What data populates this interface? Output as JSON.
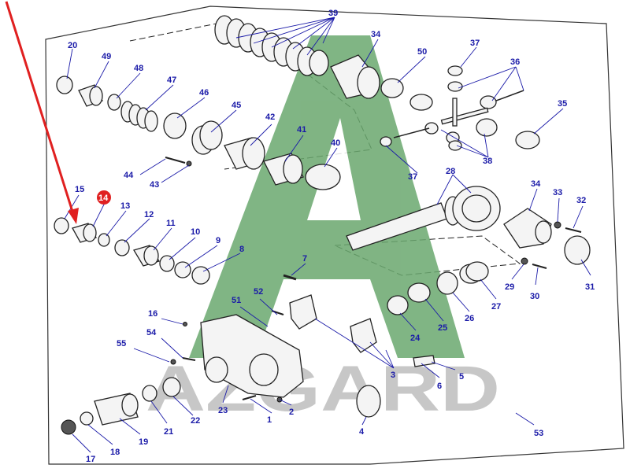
{
  "diagram": {
    "highlighted_part": "14",
    "watermark": {
      "letter": "A",
      "brand": "AZGARD",
      "letter_color": "#6aa86e",
      "brand_color": "#9a9a9a"
    },
    "colors": {
      "callout": "#1a1aa8",
      "highlight": "#e02020",
      "arrow": "#e02020"
    },
    "callouts": [
      "1",
      "2",
      "3",
      "4",
      "5",
      "6",
      "7",
      "8",
      "9",
      "10",
      "11",
      "12",
      "13",
      "14",
      "15",
      "16",
      "17",
      "18",
      "19",
      "20",
      "21",
      "22",
      "23",
      "24",
      "25",
      "26",
      "27",
      "28",
      "29",
      "30",
      "31",
      "32",
      "33",
      "34",
      "34",
      "35",
      "36",
      "37",
      "37",
      "38",
      "39",
      "40",
      "41",
      "42",
      "43",
      "44",
      "45",
      "46",
      "47",
      "48",
      "49",
      "50",
      "51",
      "52",
      "53",
      "54",
      "55"
    ]
  }
}
